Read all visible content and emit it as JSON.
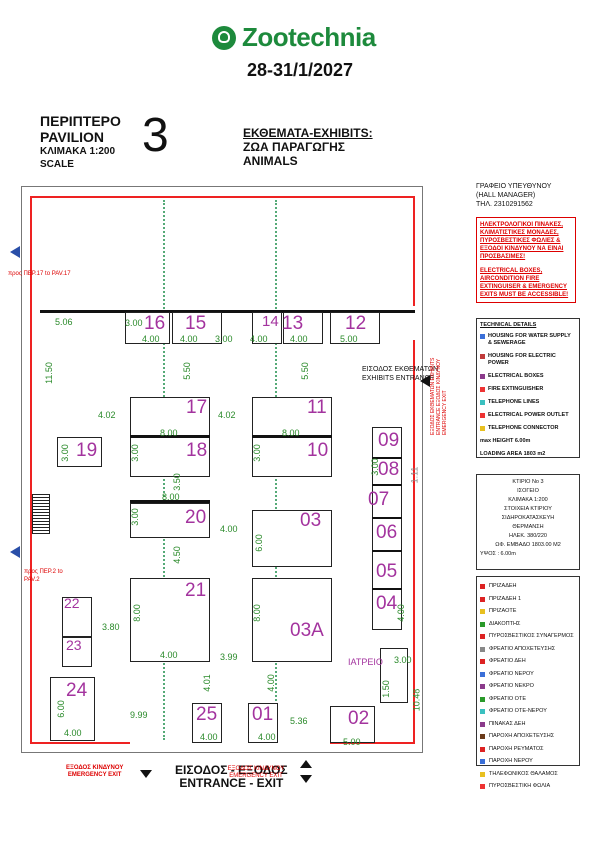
{
  "header": {
    "brand": "Zootechnia",
    "dates": "28-31/1/2027"
  },
  "pavilion": {
    "label_gr": "ΠΕΡΙΠΤΕΡΟ",
    "label_en": "PAVILION",
    "scale_gr": "ΚΛΙΜΑΚΑ 1:200",
    "scale_en": "SCALE",
    "number": "3"
  },
  "exhibits": {
    "title": "ΕΚΘΕΜΑΤΑ-EXHIBITS:",
    "gr": "ΖΩΑ ΠΑΡΑΓΩΓΗΣ",
    "en": "ANIMALS"
  },
  "manager": {
    "line1": "ΓΡΑΦΕΙΟ ΥΠΕΥΘΥΝΟΥ",
    "line2": "(HALL MANAGER)",
    "line3": "ΤΗΛ. 2310291562"
  },
  "warning": {
    "gr": "ΗΛΕΚΤΡΟΛΟΓΙΚΟΙ ΠΙΝΑΚΕΣ, ΚΛΙΜΑΤΙΣΤΙΚΕΣ ΜΟΝΑΔΕΣ, ΠΥΡΟΣΒΕΣΤΙΚΕΣ ΦΩΛΙΕΣ & ΕΞΟΔΟΙ ΚΙΝΔΥΝΟΥ ΝΑ ΕΙΝΑΙ ΠΡΟΣΒΑΣΙΜΕΣ!",
    "en": "ELECTRICAL BOXES, AIRCONDITION FIRE EXTINGUISER & EMERGENCY EXITS MUST BE ACCESSIBLE!"
  },
  "technical": {
    "title": "TECHNICAL DETAILS",
    "items": [
      {
        "label": "HOUSING FOR WATER SUPPLY & SEWERAGE",
        "color": "#3a6fd8"
      },
      {
        "label": "HOUSING FOR ELECTRIC POWER",
        "color": "#c03a3a"
      },
      {
        "label": "ELECTRICAL BOXES",
        "color": "#8b3a8b"
      },
      {
        "label": "FIRE EXTINGUISHER",
        "color": "#e33"
      },
      {
        "label": "TELEPHONE LINES",
        "color": "#3ac0c0"
      },
      {
        "label": "ELECTRICAL POWER OUTLET",
        "color": "#e33"
      },
      {
        "label": "TELEPHONE CONNECTOR",
        "color": "#e8c020"
      },
      {
        "label": "max HEIGHT 6.00m",
        "color": ""
      },
      {
        "label": "LOADING AREA 1803 m2",
        "color": ""
      }
    ]
  },
  "info": {
    "l1": "ΚΤΙΡΙΟ No 3",
    "l2": "ΙΣΟΓΕΙΟ",
    "l3": "ΚΛΙΜΑΚΑ 1:200",
    "l4": "ΣΤΟΙΧΕΙΑ ΚΤΙΡΙΟΥ",
    "l5": "ΣΙΔΗΡΟΚΑΤΑΣΚΕΥΗ",
    "l6": "ΘΕΡΜΑΝΣΗ",
    "l7": "ΗΛΕΚ. 380/220",
    "l8": "ΩΦ. ΕΜΒΑΔΟ 1803.00 Μ2",
    "l9": "ΥΨΟΣ : 6.00m"
  },
  "legend": [
    {
      "label": "ΠΡΙΖΑΔΕΗ",
      "color": "#d22"
    },
    {
      "label": "ΠΡΙΖΑΔΕΗ 1",
      "color": "#d22"
    },
    {
      "label": "ΠΡΙΖΑΟΤΕ",
      "color": "#e8c020"
    },
    {
      "label": "ΔΙΑΚΟΠΤΗΣ",
      "color": "#2a9a2a"
    },
    {
      "label": "ΠΥΡΟΣΒΕΣΤΙΚΟΣ ΣΥΝΑΓΕΡΜΟΣ",
      "color": "#d22"
    },
    {
      "label": "ΦΡΕΑΤΙΟ ΑΠΟΧΕΤΕΥΣΗΣ",
      "color": "#888"
    },
    {
      "label": "ΦΡΕΑΤΙΟ ΔΕΗ",
      "color": "#d22"
    },
    {
      "label": "ΦΡΕΑΤΙΟ ΝΕΡΟΥ",
      "color": "#3a6fd8"
    },
    {
      "label": "ΦΡΕΑΤΙΟ ΝΕΚΡΟ",
      "color": "#8b3a8b"
    },
    {
      "label": "ΦΡΕΑΤΙΟ ΟΤΕ",
      "color": "#2a9a2a"
    },
    {
      "label": "ΦΡΕΑΤΙΟ ΟΤΕ-ΝΕΡΟΥ",
      "color": "#3ac0c0"
    },
    {
      "label": "ΠΙΝΑΚΑΣ ΔΕΗ",
      "color": "#8b3a8b"
    },
    {
      "label": "ΠΑΡΟΧΗ ΑΠΟΧΕΤΕΥΣΗΣ",
      "color": "#6a3a1a"
    },
    {
      "label": "ΠΑΡΟΧΗ ΡΕΥΜΑΤΟΣ",
      "color": "#d22"
    },
    {
      "label": "ΠΑΡΟΧΗ ΝΕΡΟΥ",
      "color": "#3a6fd8"
    },
    {
      "label": "ΤΗΛΕΦΩΝΙΚΟΣ ΘΑΛΑΜΟΣ",
      "color": "#e8c020"
    },
    {
      "label": "ΠΥΡΟΣΒΕΣΤΙΚΗ ΦΩΛΙΑ",
      "color": "#e33"
    }
  ],
  "booths": {
    "b16": "16",
    "b15": "15",
    "b14": "14",
    "b13": "13",
    "b12": "12",
    "b17": "17",
    "b11": "11",
    "b18": "18",
    "b10": "10",
    "b19": "19",
    "b20": "20",
    "b03": "03",
    "b21": "21",
    "b03a": "03A",
    "b09": "09",
    "b08": "08",
    "b07": "07",
    "b06": "06",
    "b05": "05",
    "b04": "04",
    "b22": "22",
    "b23": "23",
    "b24": "24",
    "b25": "25",
    "b01": "01",
    "b02": "02"
  },
  "dims": {
    "d506": "5.06",
    "d300a": "3.00",
    "d400a": "4.00",
    "d400b": "4.00",
    "d300b": "3.00",
    "d400c": "4.00",
    "d400d": "4.00",
    "d500": "5.00",
    "d1150": "11.50",
    "d550a": "5.50",
    "d550b": "5.50",
    "d402a": "4.02",
    "d402b": "4.02",
    "d800a": "8.00",
    "d800b": "8.00",
    "d300c": "3.00",
    "d300d": "3.00",
    "d300e": "3.00",
    "d350": "3.50",
    "d800c": "8.00",
    "d300f": "3.00",
    "d400e": "4.00",
    "d600": "6.00",
    "d450": "4.50",
    "d800d": "8.00",
    "d800e": "8.00",
    "d400f": "4.00",
    "d380": "3.80",
    "d399": "3.99",
    "d401": "4.01",
    "d400g": "4.00",
    "d999": "9.99",
    "d400h": "4.00",
    "d400i": "4.00",
    "d536": "5.36",
    "d500b": "5.00",
    "d600b": "6.00",
    "d400j": "4.00",
    "d300g": "3.00",
    "d150": "1.50",
    "d1048": "10.48",
    "d111": "1.11",
    "d300h": "3.00",
    "d400k": "4.00"
  },
  "labels": {
    "to17": "προς ΠΕΡ.17 to PAV.17",
    "to2": "προς ΠΕΡ.2 to PAV.2",
    "entr_gr": "ΕΙΣΟΔΟΣ ΕΚΘΕΜΑΤΩΝ",
    "entr_en": "EXHIBITS ENTRANCE",
    "emergency_side": "ΕΞΟΔΟΣ ΕΚΘΕΜΑΤΩΝ EXHIBITS ENTRANCE ΕΞΟΔΟΣ ΚΙΝΔΥΝΟΥ EMERGENCY EXIT",
    "iatreio": "ΙΑΤΡΕΙΟ",
    "emerg_left_gr": "ΕΞΟΔΟΣ ΚΙΝΔΥΝΟΥ",
    "emerg_left_en": "EMERGENCY EXIT",
    "main_gr": "ΕΙΣΟΔΟΣ - ΕΞΟΔΟΣ",
    "main_en": "ENTRANCE - EXIT",
    "emerg_mid": "ΕΞΟΔΟΣ ΚΙΝΔΥΝΟΥ EMERGENCY EXIT"
  }
}
